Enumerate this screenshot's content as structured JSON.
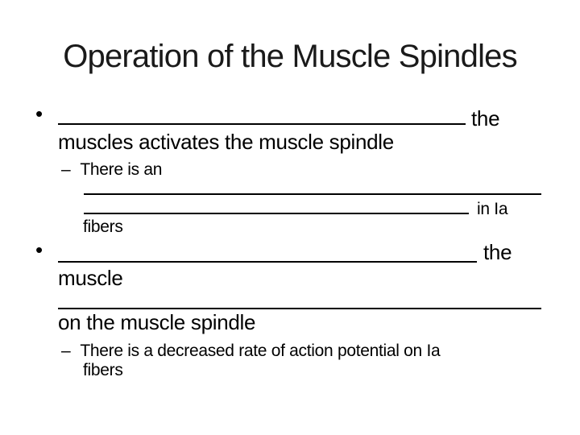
{
  "slide": {
    "title": "Operation of the Muscle Spindles",
    "background_color": "#ffffff",
    "text_color": "#000000"
  },
  "bullet1": {
    "marker": "•",
    "line1_blank": "",
    "line1_suffix": "the",
    "line2": "muscles activates the muscle spindle",
    "sub": {
      "marker": "–",
      "lead": "There is an",
      "blank_line1": "",
      "blank_line2": "",
      "line2_suffix": "in Ia",
      "line3": "fibers"
    }
  },
  "bullet2": {
    "marker": "•",
    "line1_blank": "",
    "line1_suffix": "the",
    "line2": "muscle",
    "line3_blank": "",
    "line4": "on the muscle spindle",
    "sub": {
      "marker": "–",
      "line1": "There is a decreased rate of action potential on Ia",
      "line2": "fibers"
    }
  }
}
